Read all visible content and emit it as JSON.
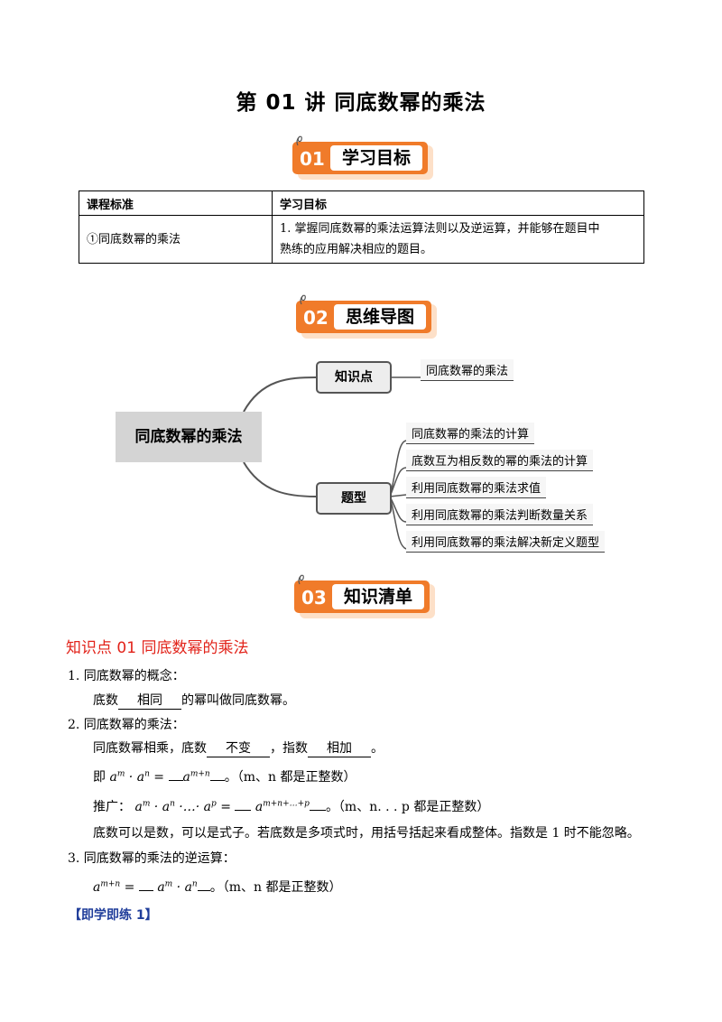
{
  "title": "第 01 讲  同底数幂的乘法",
  "sections": [
    {
      "num": "01",
      "label": "学习目标"
    },
    {
      "num": "02",
      "label": "思维导图"
    },
    {
      "num": "03",
      "label": "知识清单"
    }
  ],
  "table": {
    "headers": [
      "课程标准",
      "学习目标"
    ],
    "row": {
      "standard": "①同底数幂的乘法",
      "goal_line1": "1. 掌握同底数幂的乘法运算法则以及逆运算，并能够在题目中",
      "goal_line2": "熟练的应用解决相应的题目。"
    }
  },
  "mindmap": {
    "root": "同底数幂的乘法",
    "branch1": "知识点",
    "branch1_leaves": [
      "同底数幂的乘法"
    ],
    "branch2": "题型",
    "branch2_leaves": [
      "同底数幂的乘法的计算",
      "底数互为相反数的幂的乘法的计算",
      "利用同底数幂的乘法求值",
      "利用同底数幂的乘法判断数量关系",
      "利用同底数幂的乘法解决新定义题型"
    ]
  },
  "knowledge": {
    "heading": "知识点 01    同底数幂的乘法",
    "p1": "1. 同底数幂的概念：",
    "p1a_pre": "底数",
    "p1a_blank": "相同",
    "p1a_post": "的幂叫做同底数幂。",
    "p2": "2.  同底数幂的乘法：",
    "p2a_pre": "同底数幂相乘，底数",
    "p2a_blank1": "不变",
    "p2a_mid": "，指数",
    "p2a_blank2": "相加",
    "p2a_post": "。",
    "p2b_pre": "即",
    "p2b_note": "。（m、n 都是正整数）",
    "p2c_pre": "推广：",
    "p2c_note": "。（m、n. . . p 都是正整数）",
    "p2d": "底数可以是数，可以是式子。若底数是多项式时，用括号括起来看成整体。指数是 1 时不能忽略。",
    "p3": "3.  同底数幂的乘法的逆运算：",
    "p3_note": "。（m、n 都是正整数）",
    "practice": "【即学即练 1】"
  }
}
